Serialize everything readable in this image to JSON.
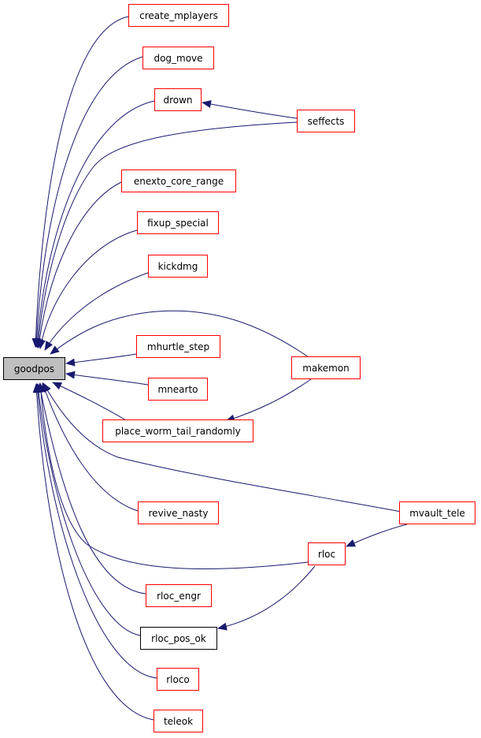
{
  "diagram": {
    "edge_color": "#191970",
    "node_border_default": "#ff0000",
    "node_border_plain": "#000000",
    "root_fill": "#bfbfbf",
    "root": {
      "label": "goodpos"
    },
    "nodes": [
      {
        "id": "create_mplayers",
        "label": "create_mplayers"
      },
      {
        "id": "dog_move",
        "label": "dog_move"
      },
      {
        "id": "drown",
        "label": "drown"
      },
      {
        "id": "seffects",
        "label": "seffects"
      },
      {
        "id": "enexto_core_range",
        "label": "enexto_core_range"
      },
      {
        "id": "fixup_special",
        "label": "fixup_special"
      },
      {
        "id": "kickdmg",
        "label": "kickdmg"
      },
      {
        "id": "mhurtle_step",
        "label": "mhurtle_step"
      },
      {
        "id": "makemon",
        "label": "makemon"
      },
      {
        "id": "mnearto",
        "label": "mnearto"
      },
      {
        "id": "place_worm_tail_randomly",
        "label": "place_worm_tail_randomly"
      },
      {
        "id": "revive_nasty",
        "label": "revive_nasty"
      },
      {
        "id": "mvault_tele",
        "label": "mvault_tele"
      },
      {
        "id": "rloc",
        "label": "rloc"
      },
      {
        "id": "rloc_engr",
        "label": "rloc_engr"
      },
      {
        "id": "rloc_pos_ok",
        "label": "rloc_pos_ok"
      },
      {
        "id": "rloco",
        "label": "rloco"
      },
      {
        "id": "teleok",
        "label": "teleok"
      }
    ],
    "edges": [
      {
        "from": "create_mplayers",
        "to": "goodpos"
      },
      {
        "from": "dog_move",
        "to": "goodpos"
      },
      {
        "from": "drown",
        "to": "goodpos"
      },
      {
        "from": "seffects",
        "to": "drown"
      },
      {
        "from": "seffects",
        "to": "goodpos"
      },
      {
        "from": "enexto_core_range",
        "to": "goodpos"
      },
      {
        "from": "fixup_special",
        "to": "goodpos"
      },
      {
        "from": "kickdmg",
        "to": "goodpos"
      },
      {
        "from": "makemon",
        "to": "goodpos"
      },
      {
        "from": "mhurtle_step",
        "to": "goodpos"
      },
      {
        "from": "mnearto",
        "to": "goodpos"
      },
      {
        "from": "place_worm_tail_randomly",
        "to": "goodpos"
      },
      {
        "from": "makemon",
        "to": "place_worm_tail_randomly"
      },
      {
        "from": "mvault_tele",
        "to": "goodpos"
      },
      {
        "from": "revive_nasty",
        "to": "goodpos"
      },
      {
        "from": "rloc",
        "to": "goodpos"
      },
      {
        "from": "mvault_tele",
        "to": "rloc"
      },
      {
        "from": "rloc_engr",
        "to": "goodpos"
      },
      {
        "from": "rloc_pos_ok",
        "to": "goodpos"
      },
      {
        "from": "rloc",
        "to": "rloc_pos_ok"
      },
      {
        "from": "rloco",
        "to": "goodpos"
      },
      {
        "from": "teleok",
        "to": "goodpos"
      }
    ]
  }
}
